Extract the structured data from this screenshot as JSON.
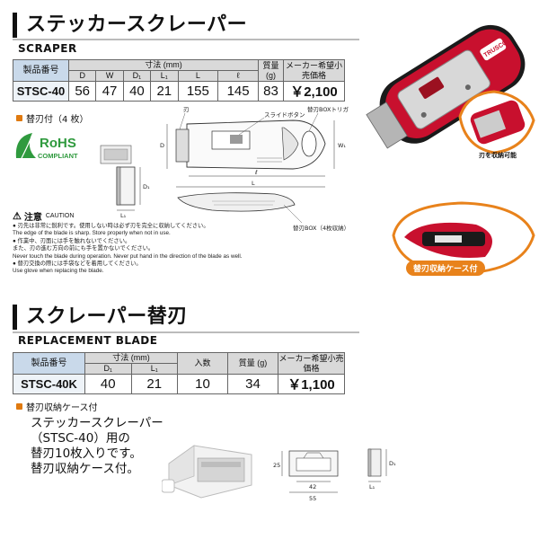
{
  "scraper": {
    "title": "ステッカースクレーパー",
    "subtitle": "SCRAPER",
    "table": {
      "code_header": "製品番号",
      "size_header": "寸法 (mm)",
      "weight_header": "質量 (g)",
      "price_header": "メーカー希望小売価格",
      "columns": [
        "D",
        "W",
        "D₁",
        "L₁",
        "L",
        "ℓ"
      ],
      "code": "STSC-40",
      "values": [
        "56",
        "47",
        "40",
        "21",
        "155",
        "145"
      ],
      "weight": "83",
      "price": "￥2,100"
    },
    "note": "替刃付（4 枚）",
    "rohs_top": "RoHS",
    "rohs_bottom": "COMPLIANT",
    "diagram_labels": {
      "blade": "刃",
      "slide_button": "スライドボタン",
      "box_trigger": "替刃BOXトリガ",
      "box_storage": "替刃BOX（4枚収納）",
      "D": "D",
      "W1": "W₁",
      "ell": "ℓ",
      "L": "L",
      "D1": "D₁",
      "L1": "L₁"
    },
    "caution": {
      "title": "注意",
      "title_en": "CAUTION",
      "lines": [
        "● 刃先は非常に鋭利です。使用しない時は必ず刃を完全に収納してください。",
        "The edge of the blade is sharp. Store properly when not in use.",
        "● 作業中、刃面には手を触れないでください。",
        "また、刃の進む方向の前にも手を置かないでください。",
        "Never touch the blade during operation. Never put hand in the direction of the blade as well.",
        "● 替刃交換の際には手袋などを着用してください。",
        "Use glove when replacing the blade."
      ]
    },
    "photo_labels": {
      "blade_storable": "刃を収納可能",
      "case_pill": "替刃収納ケース付"
    },
    "brand_mark": "TRUSCO"
  },
  "blade": {
    "title": "スクレーパー替刃",
    "subtitle": "REPLACEMENT BLADE",
    "table": {
      "code_header": "製品番号",
      "size_header": "寸法 (mm)",
      "qty_header": "入数",
      "weight_header": "質量 (g)",
      "price_header": "メーカー希望小売価格",
      "columns": [
        "D₁",
        "L₁"
      ],
      "code": "STSC-40K",
      "values": [
        "40",
        "21"
      ],
      "qty": "10",
      "weight": "34",
      "price": "￥1,100"
    },
    "note": "替刃収納ケース付",
    "description": [
      "ステッカースクレーパー",
      "（STSC-40）用の",
      "替刃10枚入りです。",
      "替刃収納ケース付。"
    ],
    "dims": {
      "h": "25",
      "inner_w": "42",
      "outer_w": "55",
      "D1": "D₁",
      "L1": "L₁"
    }
  },
  "colors": {
    "accent_orange": "#e8821b",
    "tool_red": "#c8102e",
    "header_gray": "#d9d9d9",
    "code_blue": "#c9d9ea"
  }
}
